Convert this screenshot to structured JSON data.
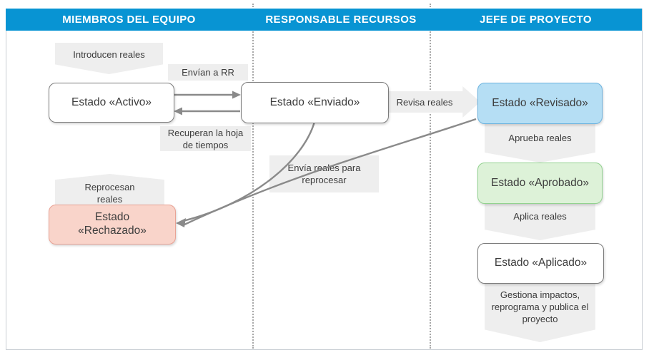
{
  "header": {
    "columns": [
      {
        "label": "MIEMBROS DEL EQUIPO"
      },
      {
        "label": "RESPONSABLE RECURSOS"
      },
      {
        "label": "JEFE DE PROYECTO"
      }
    ]
  },
  "states": {
    "activo": {
      "label": "Estado «Activo»"
    },
    "enviado": {
      "label": "Estado «Enviado»"
    },
    "revisado": {
      "label": "Estado «Revisado»"
    },
    "aprobado": {
      "label": "Estado «Aprobado»"
    },
    "aplicado": {
      "label": "Estado «Aplicado»"
    },
    "rechazado": {
      "label": "Estado «Rechazado»"
    }
  },
  "actions": {
    "introducen": "Introducen reales",
    "envian": "Envían a RR",
    "recuperan": "Recuperan la hoja de tiempos",
    "envia_reprocesar": "Envía reales para reprocesar",
    "reprocesan": "Reprocesan reales",
    "revisa": "Revisa reales",
    "aprueba": "Aprueba reales",
    "aplica": "Aplica reales",
    "gestiona": "Gestiona impactos, reprograma y publica el proyecto"
  },
  "colors": {
    "accent": "#0894d3",
    "label_fill": "#eeeeee",
    "blue_fill": "#b5def4",
    "blue_border": "#6cb3df",
    "green_fill": "#ddf2d8",
    "green_border": "#92d28f",
    "red_fill": "#f9d4ca",
    "red_border": "#e9a294",
    "box_border": "#7c7c7c",
    "line": "#8a8a8a",
    "sep": "#a8a8a8",
    "frame_border": "#c9ced4"
  }
}
